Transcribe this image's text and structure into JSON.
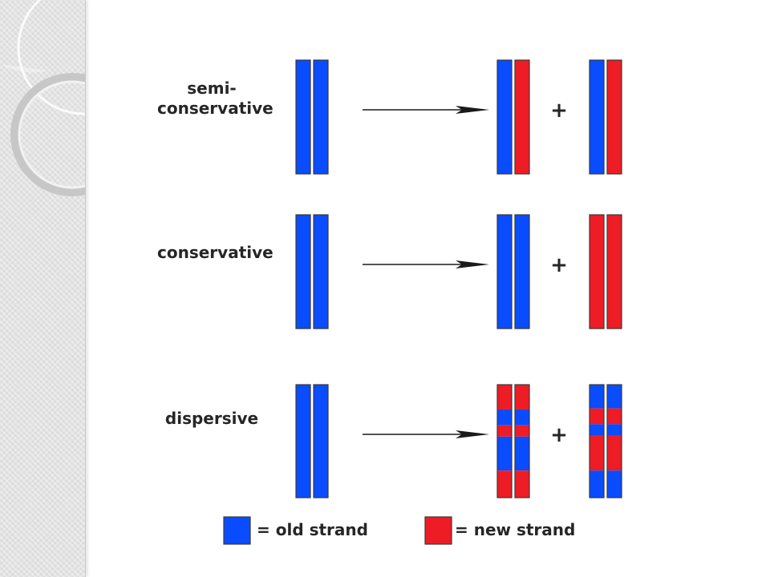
{
  "models": [
    {
      "id": "semi-conservative",
      "label_lines": [
        "semi-",
        "conservative"
      ],
      "parent": {
        "left": [
          [
            "old",
            1
          ]
        ],
        "right": [
          [
            "old",
            1
          ]
        ]
      },
      "products": [
        {
          "left": [
            [
              "old",
              1
            ]
          ],
          "right": [
            [
              "new",
              1
            ]
          ]
        },
        {
          "left": [
            [
              "old",
              1
            ]
          ],
          "right": [
            [
              "new",
              1
            ]
          ]
        }
      ]
    },
    {
      "id": "conservative",
      "label_lines": [
        "conservative"
      ],
      "parent": {
        "left": [
          [
            "old",
            1
          ]
        ],
        "right": [
          [
            "old",
            1
          ]
        ]
      },
      "products": [
        {
          "left": [
            [
              "old",
              1
            ]
          ],
          "right": [
            [
              "old",
              1
            ]
          ]
        },
        {
          "left": [
            [
              "new",
              1
            ]
          ],
          "right": [
            [
              "new",
              1
            ]
          ]
        }
      ]
    },
    {
      "id": "dispersive",
      "label_lines": [
        "dispersive"
      ],
      "parent": {
        "left": [
          [
            "old",
            1
          ]
        ],
        "right": [
          [
            "old",
            1
          ]
        ]
      },
      "products": [
        {
          "left": [
            [
              "new",
              0.22
            ],
            [
              "old",
              0.14
            ],
            [
              "new",
              0.1
            ],
            [
              "old",
              0.3
            ],
            [
              "new",
              0.24
            ]
          ],
          "right": [
            [
              "new",
              0.22
            ],
            [
              "old",
              0.14
            ],
            [
              "new",
              0.1
            ],
            [
              "old",
              0.3
            ],
            [
              "new",
              0.24
            ]
          ]
        },
        {
          "left": [
            [
              "old",
              0.21
            ],
            [
              "new",
              0.14
            ],
            [
              "old",
              0.1
            ],
            [
              "new",
              0.31
            ],
            [
              "old",
              0.24
            ]
          ],
          "right": [
            [
              "old",
              0.21
            ],
            [
              "new",
              0.14
            ],
            [
              "old",
              0.1
            ],
            [
              "new",
              0.31
            ],
            [
              "old",
              0.24
            ]
          ]
        }
      ]
    }
  ],
  "plus_sign": "+",
  "legend": {
    "old": {
      "label": "= old strand",
      "color": "#0a4cff"
    },
    "new": {
      "label": "= new strand",
      "color": "#ee1c25"
    }
  },
  "colors": {
    "old": "#0a4cff",
    "new": "#ee1c25",
    "outline": "#3a3a3a",
    "arrow": "#1a1a1a"
  }
}
